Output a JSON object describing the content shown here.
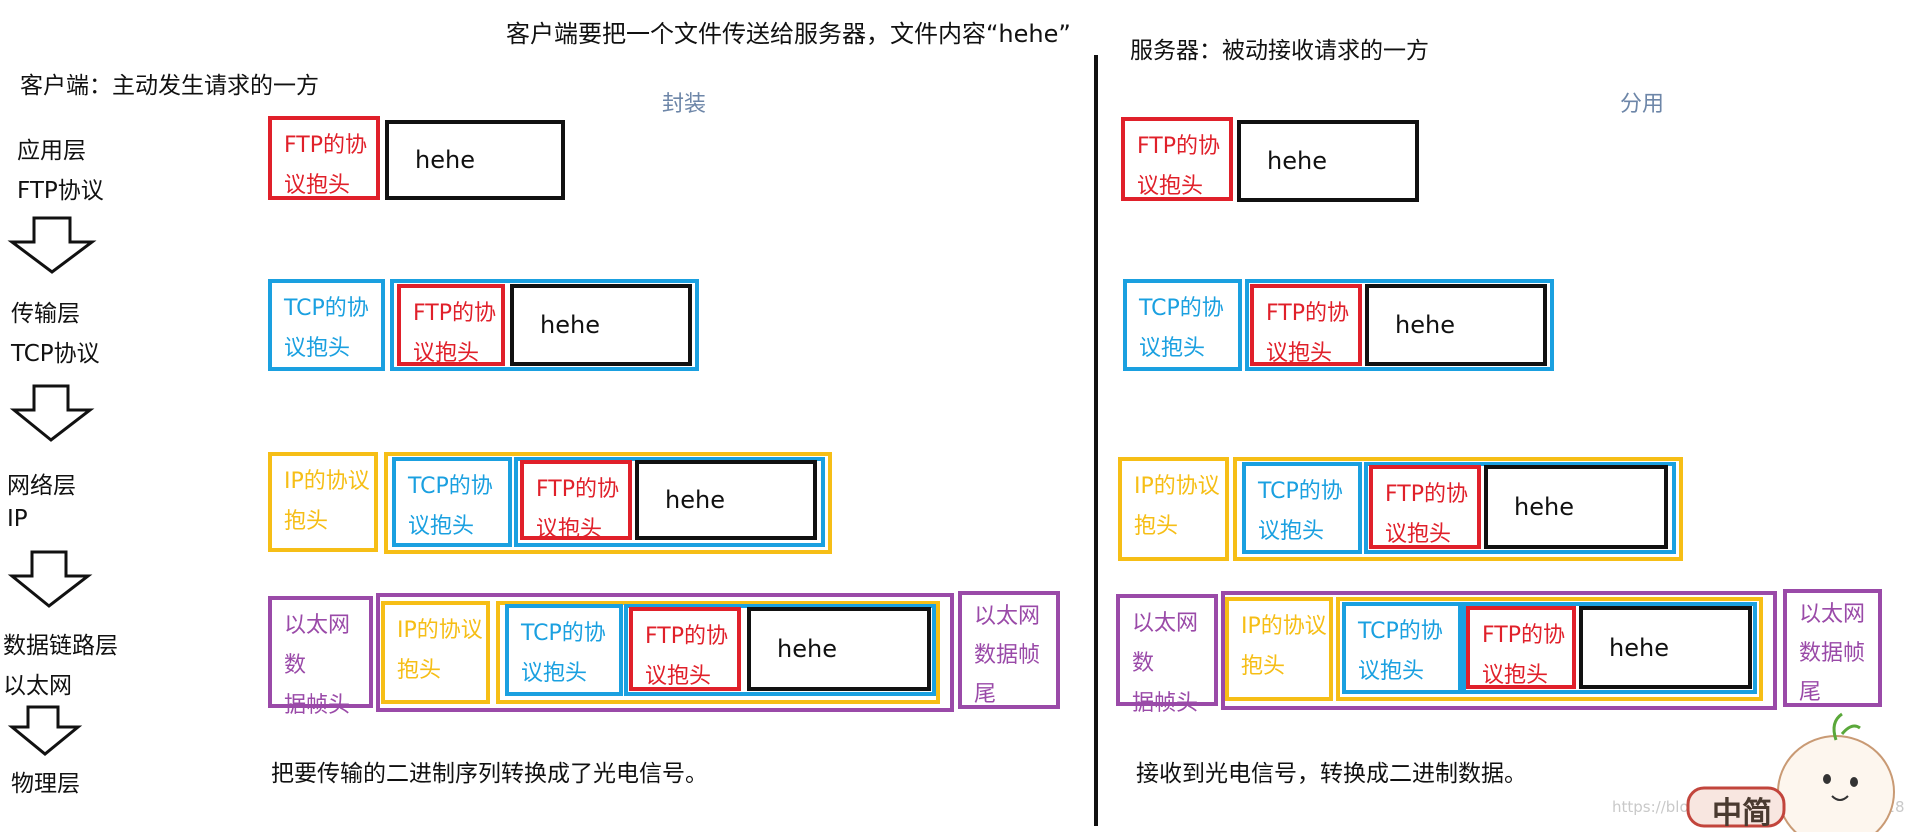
{
  "title": "客户端要把一个文件传送给服务器，文件内容“hehe”",
  "client": {
    "label": "客户端：主动发生请求的一方",
    "section": "封装",
    "footer": "把要传输的二进制序列转换成了光电信号。"
  },
  "server": {
    "label": "服务器：被动接收请求的一方",
    "section": "分用",
    "footer": "接收到光电信号，转换成二进制数据。"
  },
  "layers": [
    {
      "name": "应用层",
      "protocol": "FTP协议"
    },
    {
      "name": "传输层",
      "protocol": "TCP协议"
    },
    {
      "name": "网络层",
      "protocol": "IP"
    },
    {
      "name": "数据链路层",
      "protocol": "以太网"
    },
    {
      "name": "物理层",
      "protocol": ""
    }
  ],
  "headers": {
    "ftp": "FTP的协\n议抱头",
    "tcp": "TCP的协\n议抱头",
    "ip": "IP的协议\n抱头",
    "eth_head": "以太网数\n据帧头",
    "eth_tail": "以太网\n数据帧\n尾"
  },
  "payload": "hehe",
  "watermark": "https://blog.csdn.net/weixin_45784928",
  "logo_text": "中简",
  "colors": {
    "ftp": "#e0202a",
    "tcp": "#1aa0e0",
    "ip": "#f6be16",
    "ethernet": "#9a4aa8",
    "data": "#111111",
    "section": "#6d86a8"
  }
}
